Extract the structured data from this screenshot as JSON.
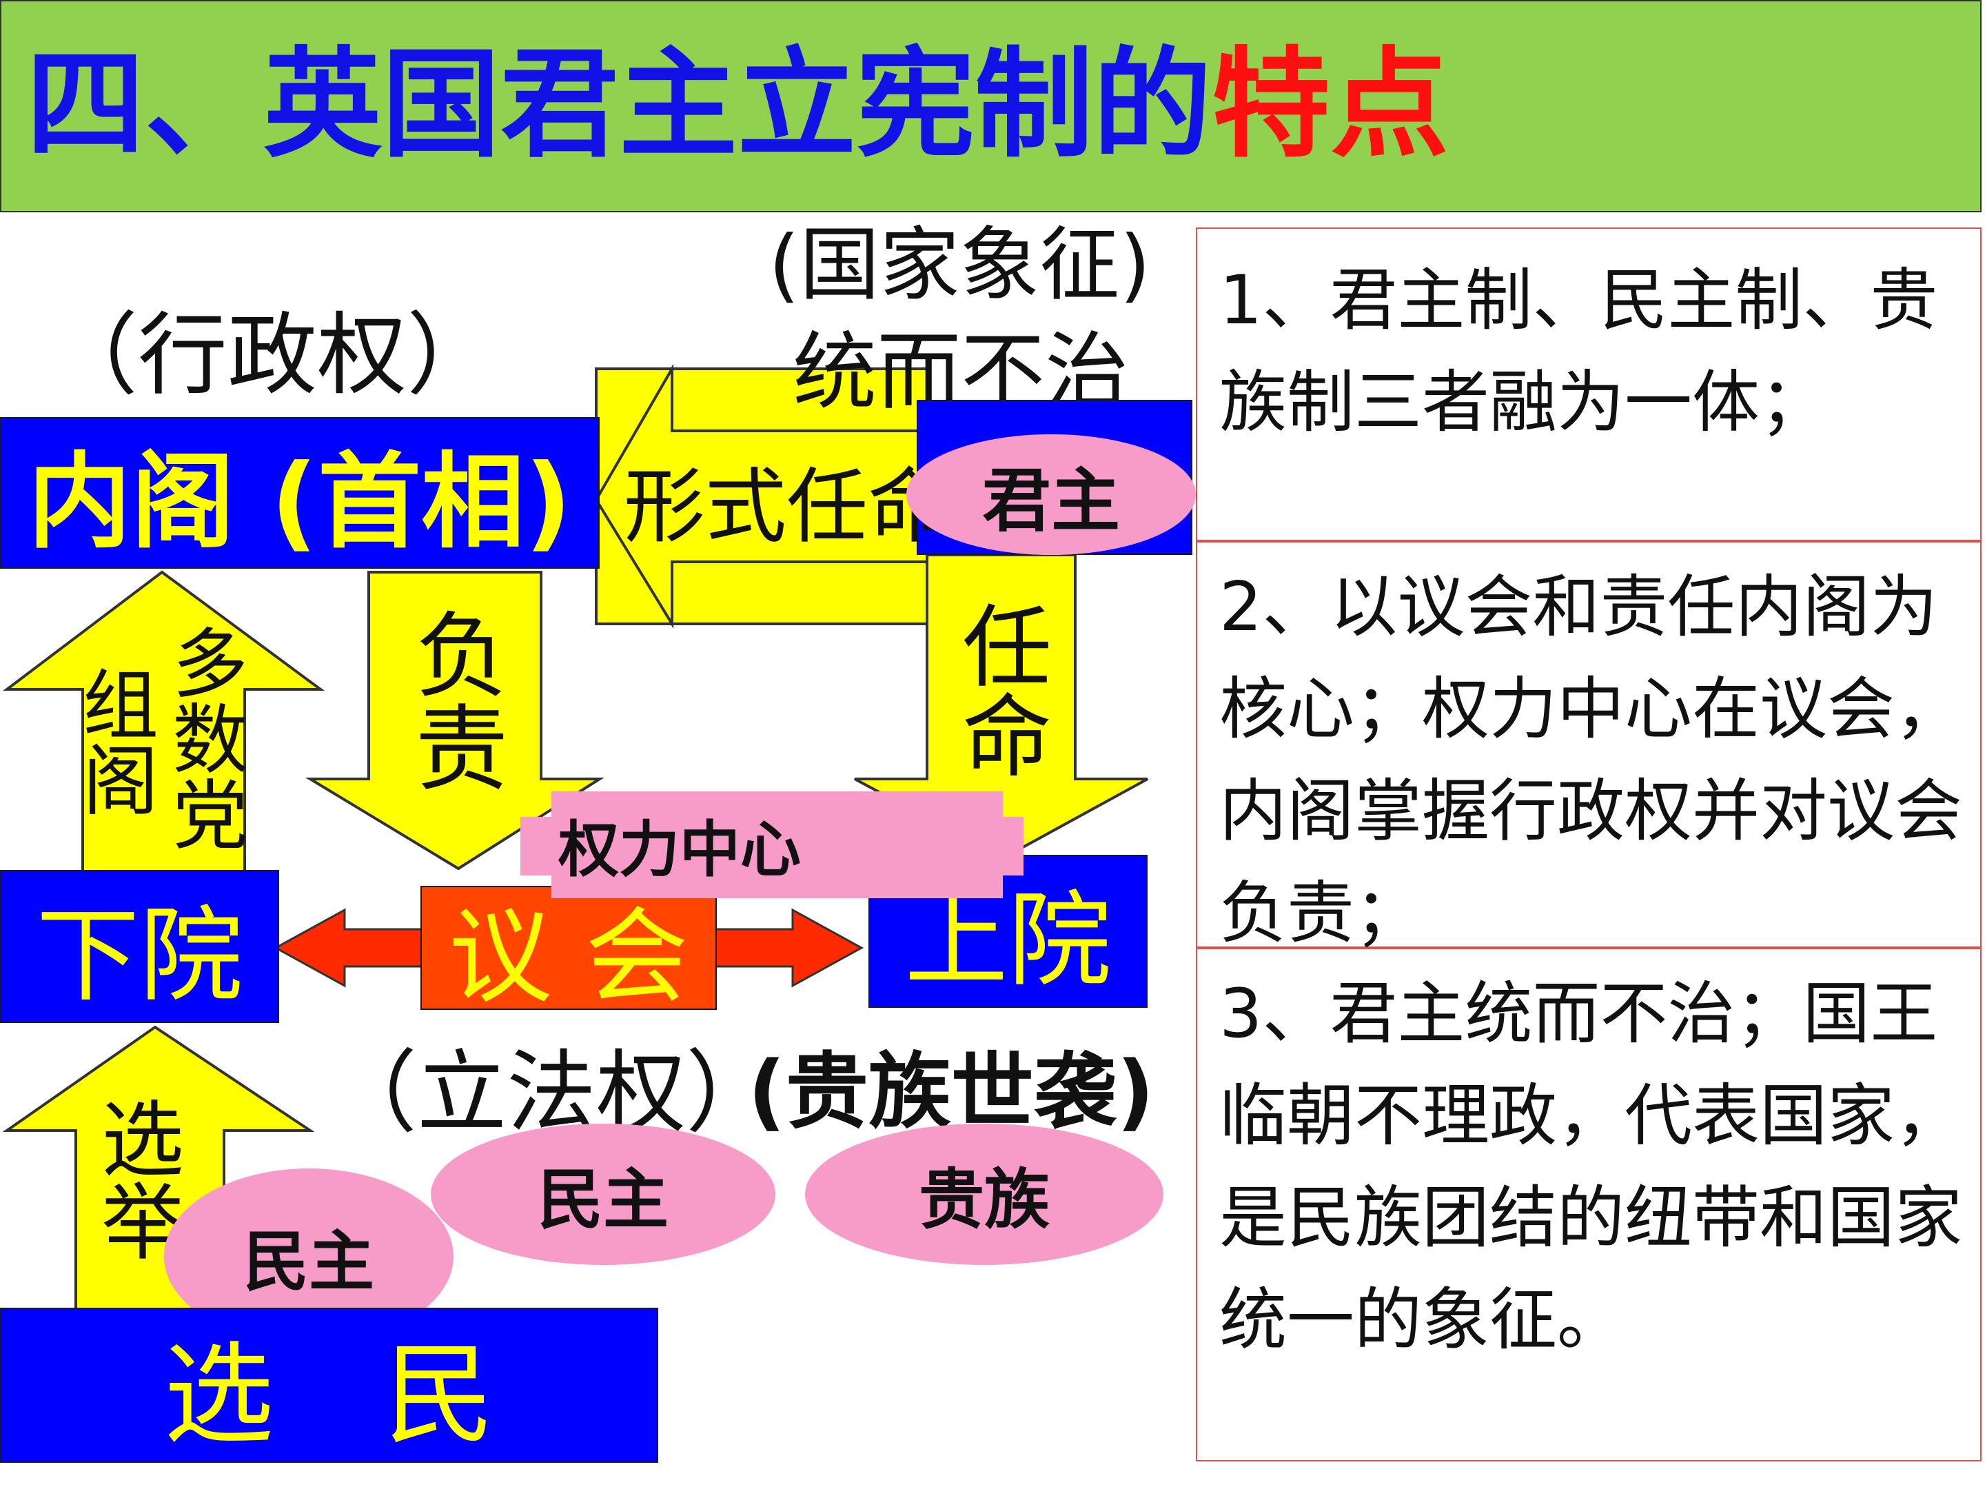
{
  "title": {
    "part1": "四、英国君主立宪制的",
    "part2": "特点"
  },
  "colors": {
    "title_bar": "#92D050",
    "title_blue": "#1212E6",
    "title_red": "#FF1010",
    "box_blue": "#0000FF",
    "box_text": "#FFFF00",
    "parliament": "#FF4500",
    "arrow_yellow": "#FFFF00",
    "oval_pink": "#F79BC8",
    "panel_border": "#E0504A"
  },
  "diagram": {
    "executive_caption": "（行政权）",
    "cabinet": "内阁 (首相)",
    "monarch_caption1": "(国家象征)",
    "monarch_caption2": "统而不治",
    "monarch_oval": "君主",
    "appoint_formal": "形式任命",
    "group_cabinet": "组阁",
    "majority_party": "多数党",
    "responsible": "负责",
    "appoint": "任命",
    "power_center": "权力中心",
    "lower_house": "下院",
    "parliament": "议 会",
    "upper_house": "上院",
    "legislative_caption": "（立法权）",
    "aristocracy_caption": "(贵族世袭)",
    "election": "选举",
    "democracy_oval1": "民主",
    "democracy_oval2": "民主",
    "aristocracy_oval": "贵族",
    "voters": "选　民"
  },
  "points": [
    "1、君主制、民主制、贵族制三者融为一体；",
    "2、以议会和责任内阁为核心；权力中心在议会，内阁掌握行政权并对议会负责；",
    "3、君主统而不治；国王临朝不理政，代表国家，是民族团结的纽带和国家统一的象征。"
  ]
}
